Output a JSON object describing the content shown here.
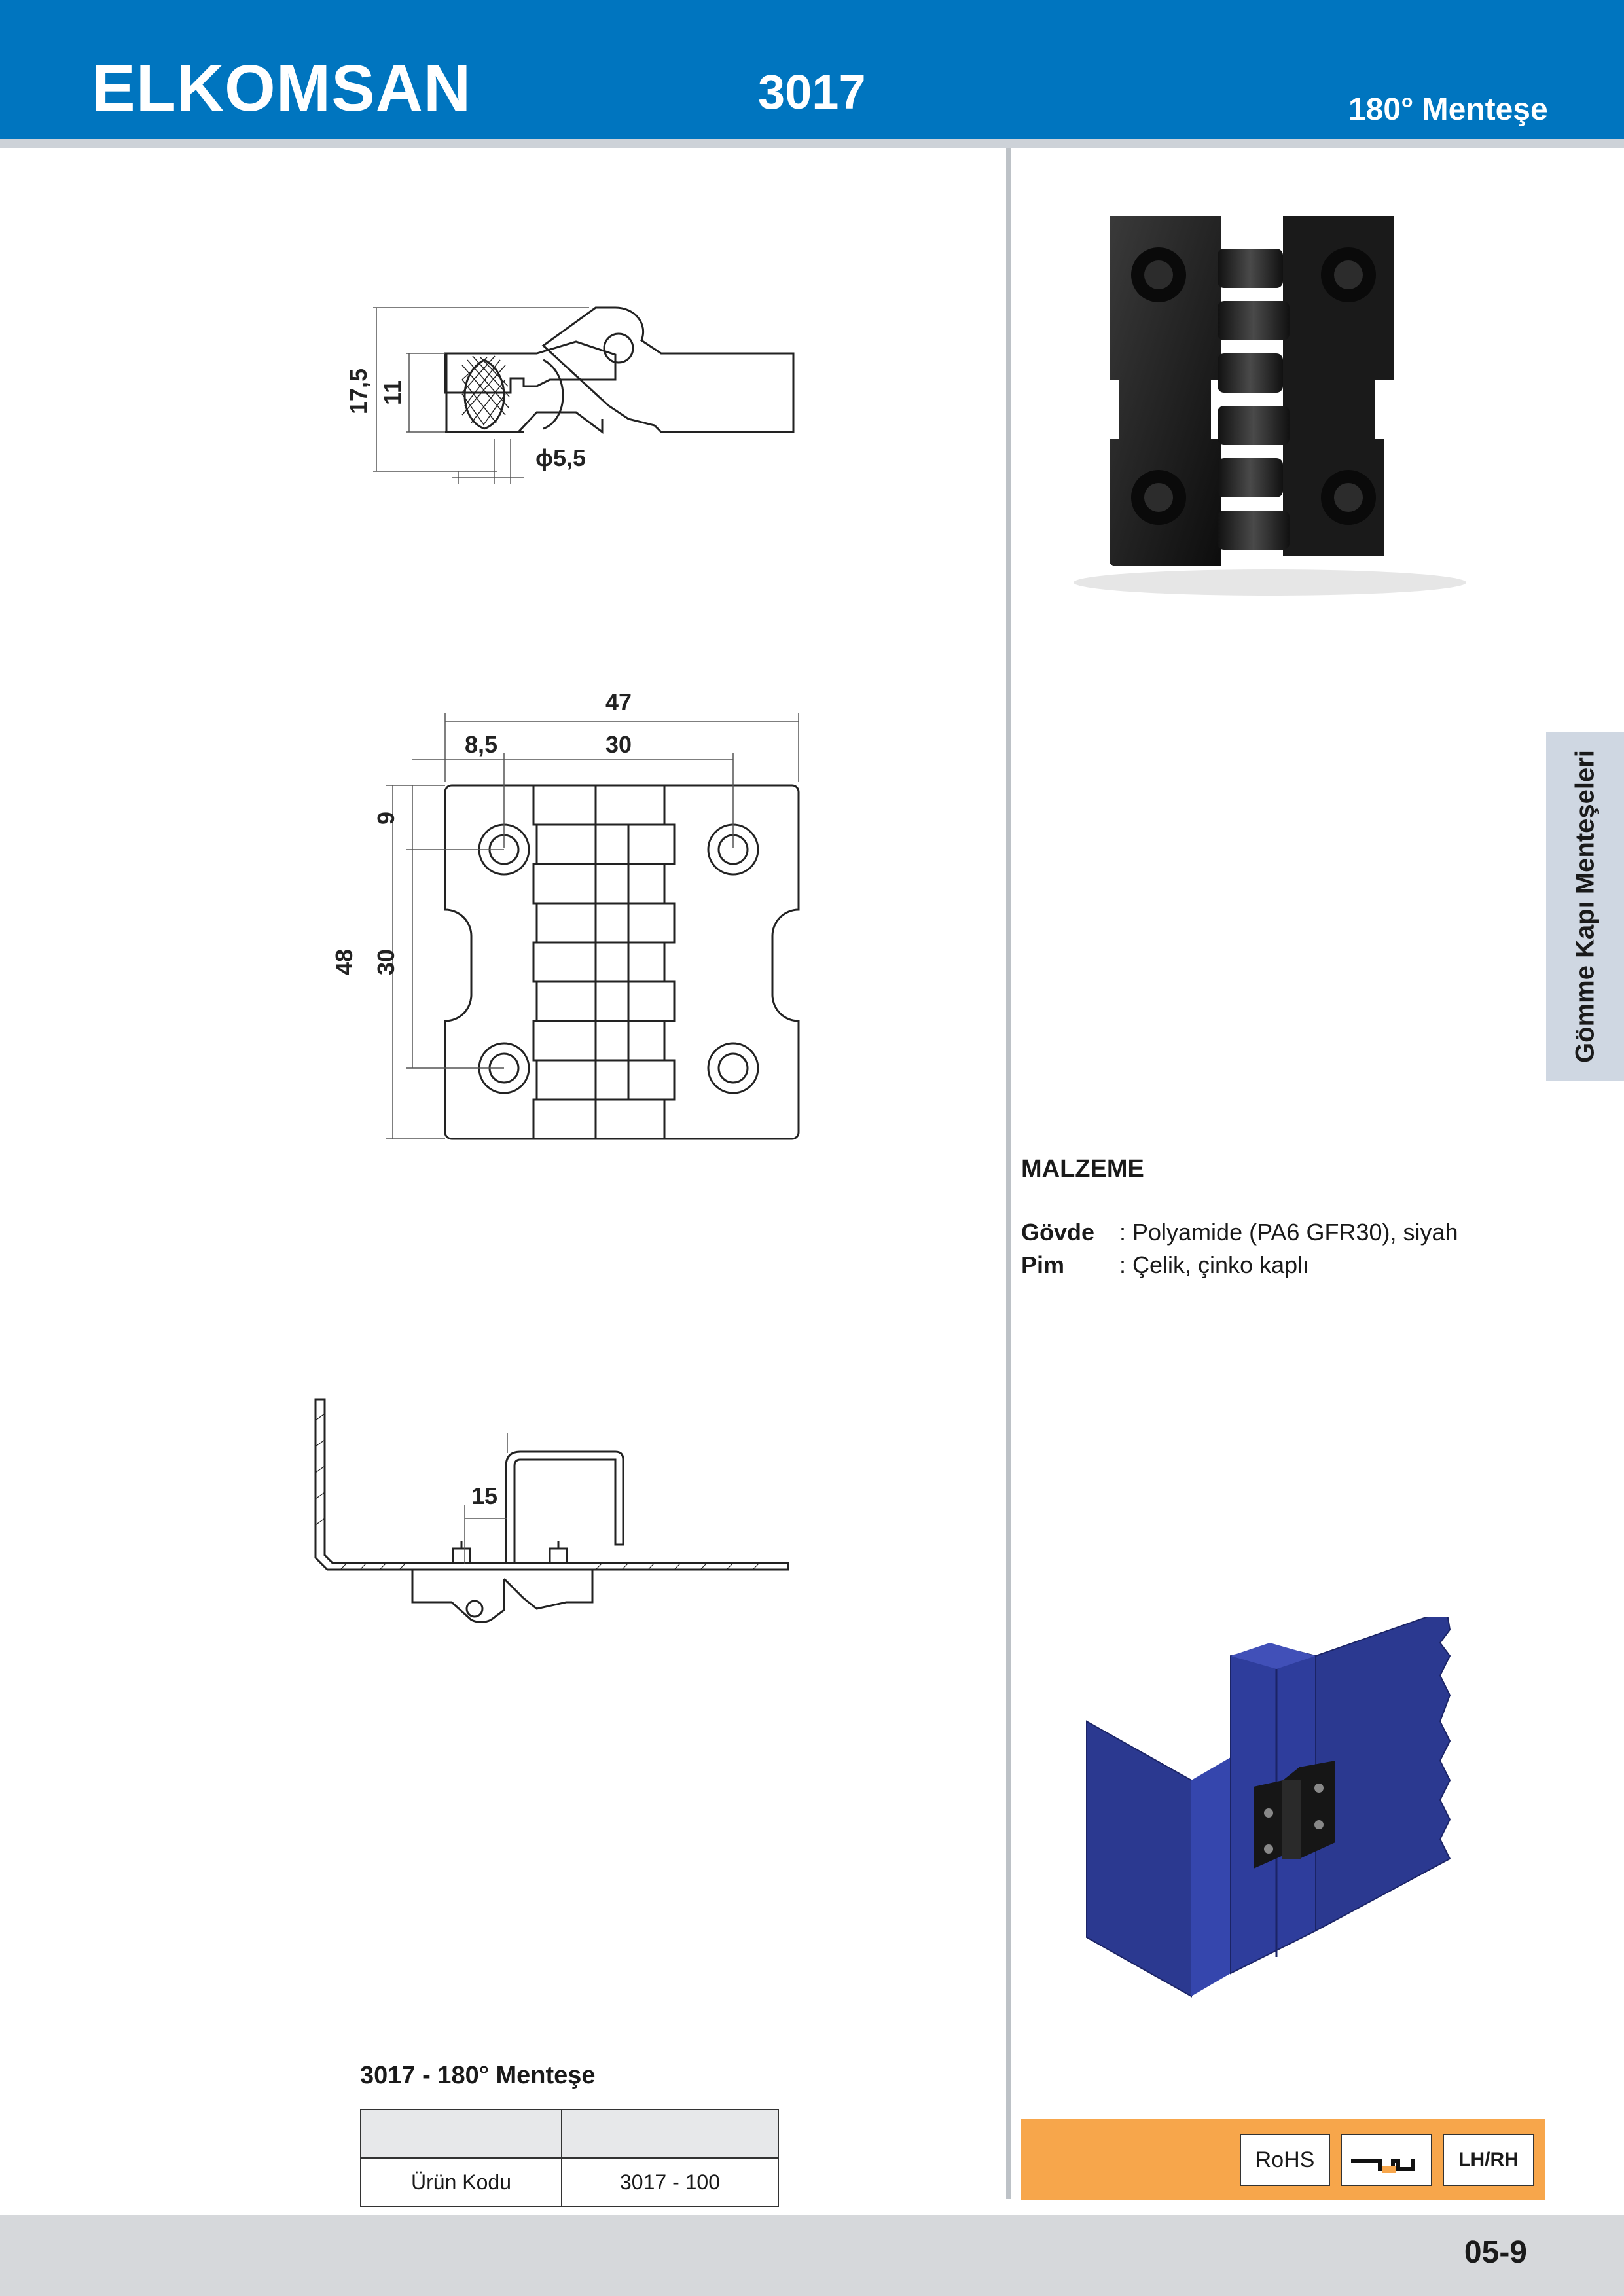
{
  "header": {
    "brand": "ELKOMSAN",
    "code": "3017",
    "subtitle": "180° Menteşe"
  },
  "side_tab": "Gömme Kapı Menteşeleri",
  "dimensions": {
    "side_view": {
      "h_total": "17,5",
      "h_inner": "11",
      "diameter": "ϕ5,5"
    },
    "front_view": {
      "width_total": "47",
      "offset_left": "8,5",
      "hole_spacing_x": "30",
      "height_total": "48",
      "hole_offset_y": "9",
      "hole_spacing_y": "30"
    },
    "mount_view": {
      "gap": "15"
    }
  },
  "material": {
    "title": "MALZEME",
    "rows": [
      {
        "key": "Gövde",
        "value": ": Polyamide (PA6 GFR30), siyah"
      },
      {
        "key": "Pim",
        "value": ": Çelik, çinko kaplı"
      }
    ]
  },
  "table": {
    "title": "3017 - 180° Menteşe",
    "header": [
      "",
      ""
    ],
    "rows": [
      [
        "Ürün Kodu",
        "3017 - 100"
      ]
    ]
  },
  "features": {
    "rohs": "RoHS",
    "lhrh": "LH/RH"
  },
  "colors": {
    "header": "#0075bf",
    "accent_bar": "#f7a64b",
    "cabinet": "#2b3990"
  },
  "footer": {
    "page_number": "05-9"
  }
}
